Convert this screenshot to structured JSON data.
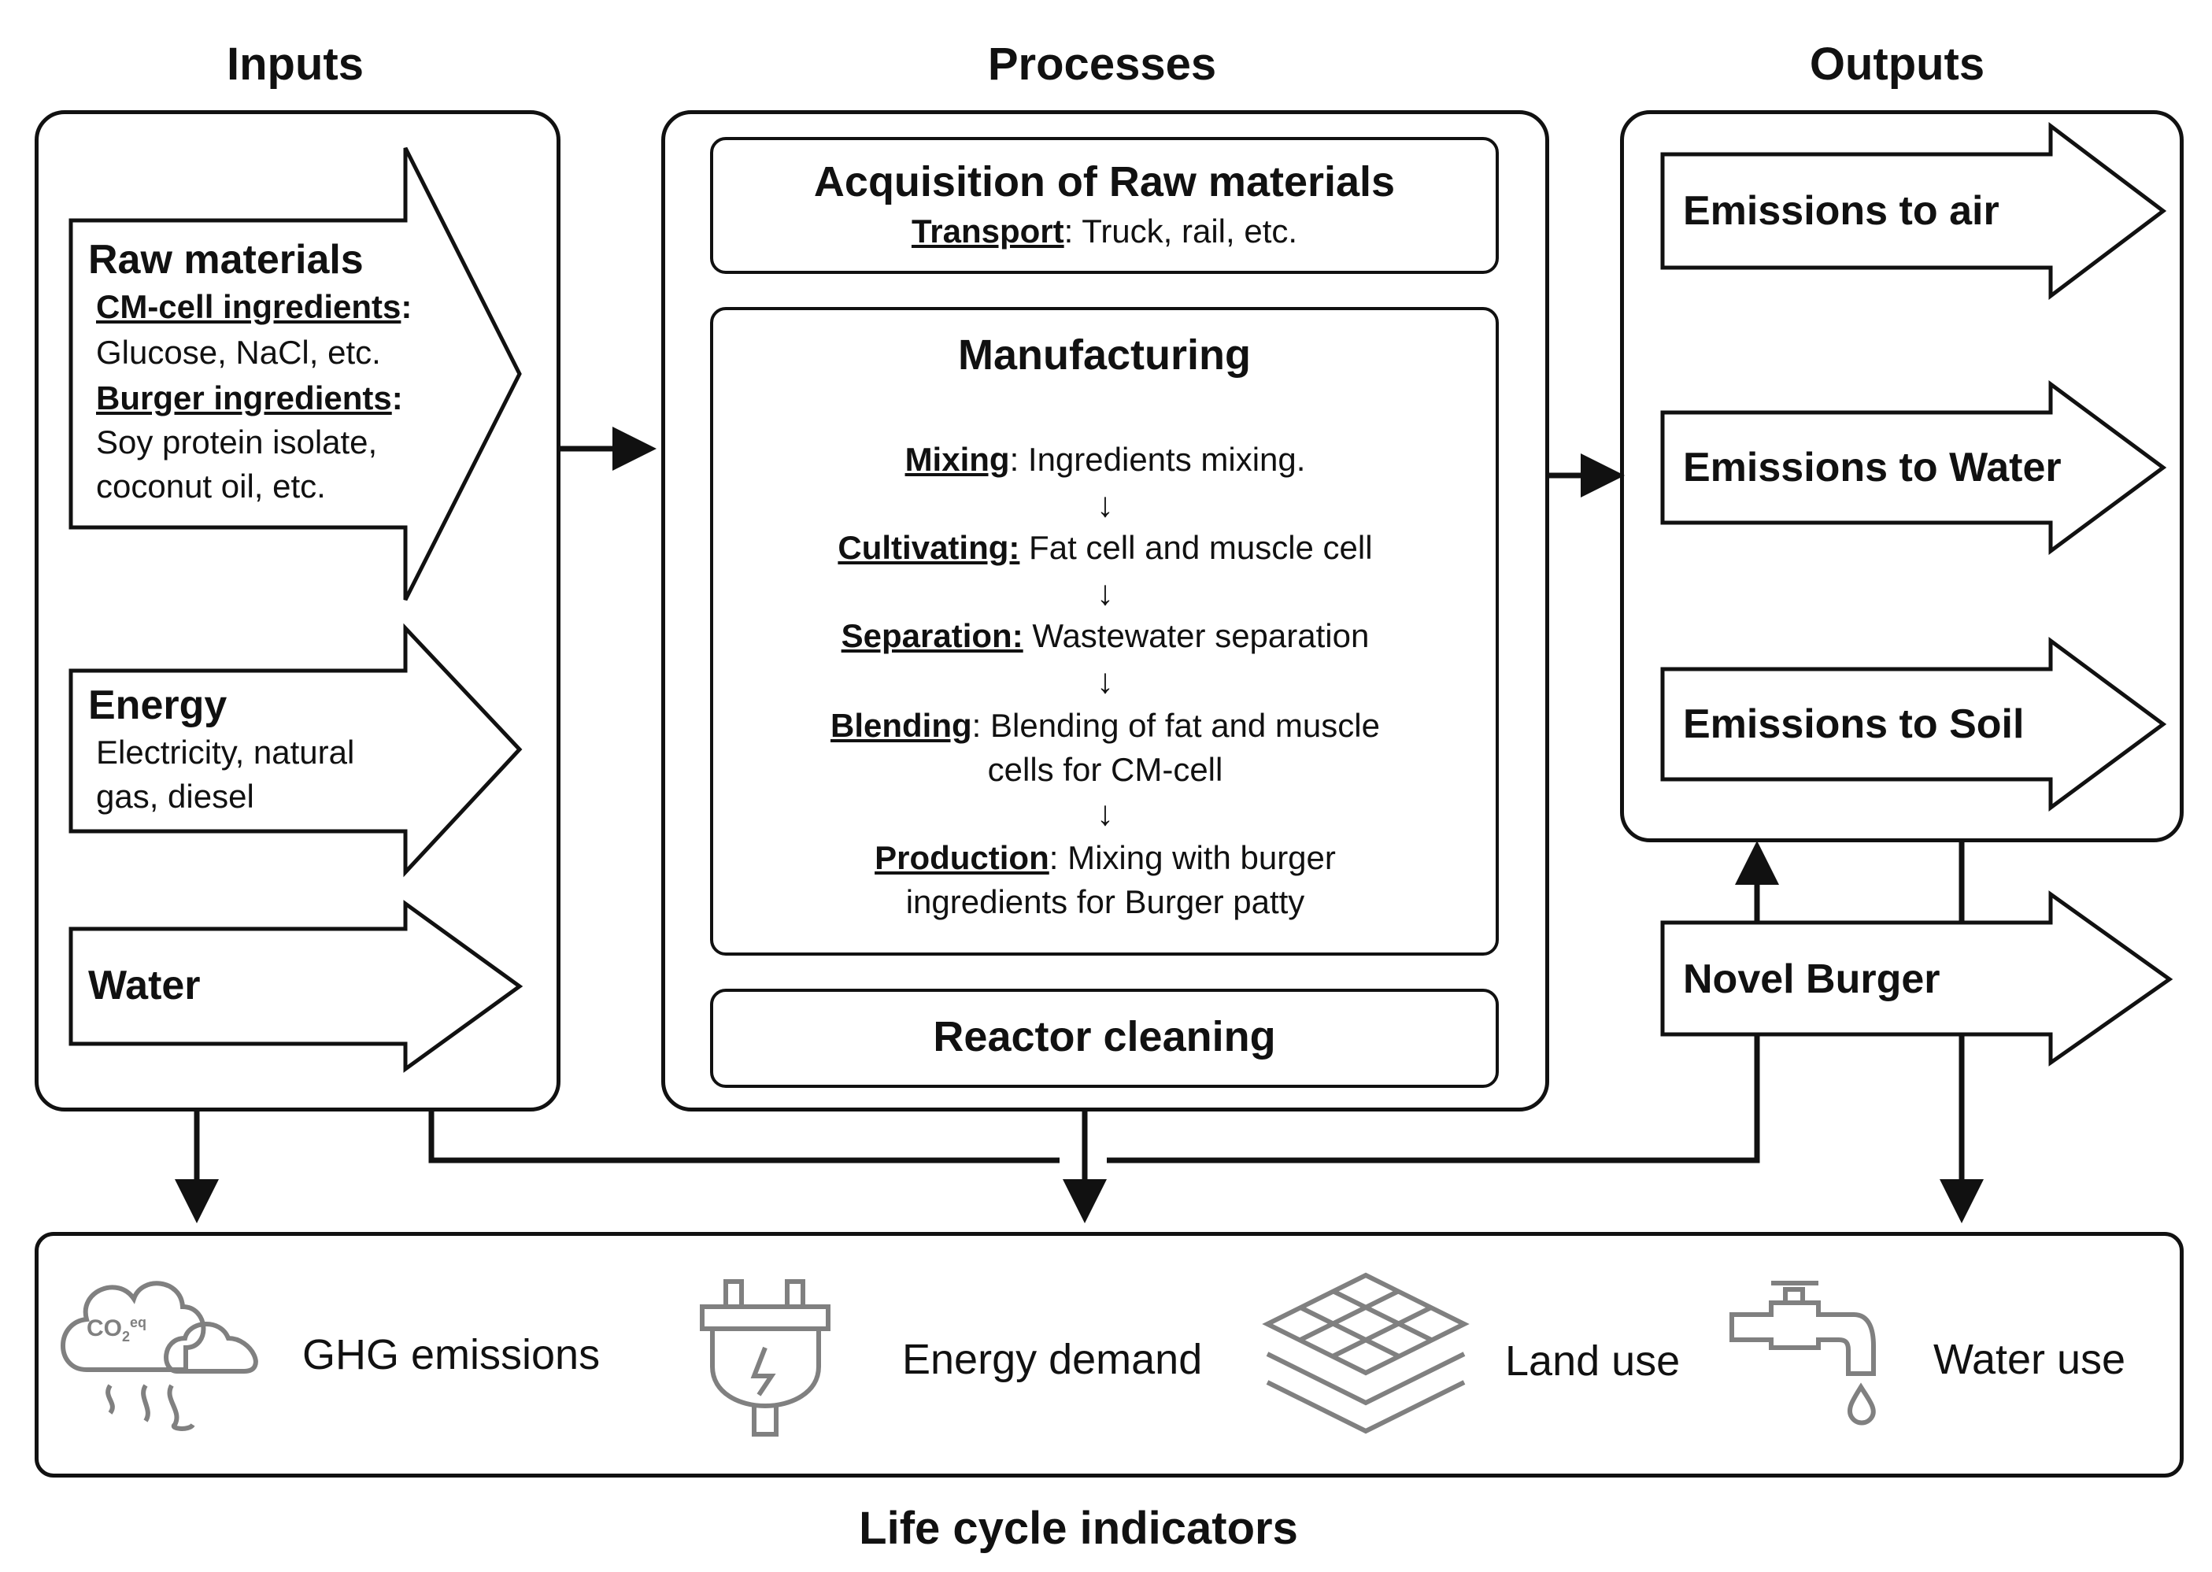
{
  "headers": {
    "inputs": "Inputs",
    "processes": "Processes",
    "outputs": "Outputs",
    "indicators": "Life cycle indicators"
  },
  "inputs": {
    "raw_materials": {
      "title": "Raw materials",
      "cm_label": "CM-cell ingredients",
      "cm_items": "Glucose, NaCl, etc.",
      "burger_label": "Burger ingredients",
      "burger_items_1": "Soy protein isolate,",
      "burger_items_2": "coconut oil, etc."
    },
    "energy": {
      "title": "Energy",
      "items_1": "Electricity, natural",
      "items_2": "gas, diesel"
    },
    "water": {
      "title": "Water"
    }
  },
  "processes": {
    "acquisition": {
      "title": "Acquisition of Raw materials",
      "transport_label": "Transport",
      "transport_text": ": Truck, rail, etc."
    },
    "manufacturing": {
      "title": "Manufacturing",
      "down_arrow": "↓",
      "steps": [
        {
          "label": "Mixing",
          "text": ": Ingredients mixing.",
          "text2": ""
        },
        {
          "label": "Cultivating:",
          "text": " Fat cell and muscle cell",
          "text2": ""
        },
        {
          "label": "Separation:",
          "text": " Wastewater separation",
          "text2": ""
        },
        {
          "label": "Blending",
          "text": ": Blending of fat and muscle",
          "text2": "cells for CM-cell"
        },
        {
          "label": "Production",
          "text": ": Mixing with burger",
          "text2": "ingredients for Burger patty"
        }
      ]
    },
    "reactor": {
      "title": "Reactor cleaning"
    }
  },
  "outputs": {
    "air": "Emissions to air",
    "water": "Emissions to Water",
    "soil": "Emissions to Soil",
    "product": "Novel Burger"
  },
  "indicators": {
    "ghg": "GHG emissions",
    "co2_main": "CO",
    "co2_sub": "2",
    "co2_eq": "eq",
    "energy": "Energy demand",
    "land": "Land use",
    "water": "Water use"
  }
}
